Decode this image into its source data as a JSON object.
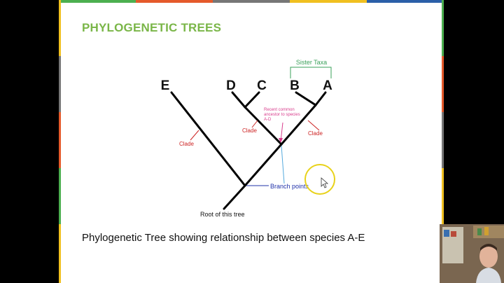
{
  "slide": {
    "title": "PHYLOGENETIC TREES",
    "caption": "Phylogenetic Tree showing relationship between species A-E"
  },
  "tree": {
    "taxa": [
      "E",
      "D",
      "C",
      "B",
      "A"
    ],
    "labels": {
      "sister_taxa": "Sister Taxa",
      "recent_ancestor": [
        "Recent common",
        "ancestor to species",
        "A-D"
      ],
      "clade": "Clade",
      "branch_points": "Branch points",
      "root": "Root of this tree"
    }
  },
  "colors": {
    "title_green": "#7ab648",
    "clade_red": "#cc2222",
    "branch_blue": "#2233aa",
    "ancestor_pink": "#d83c8c",
    "sister_green": "#3aa05a",
    "pointer_blue": "#55aadd",
    "highlight_yellow": "#e8d21a",
    "top_bar": [
      "#4caf50",
      "#e55a2b",
      "#f0c020",
      "#2b5fa8"
    ],
    "left_bar": [
      "#f0c020",
      "#e55a2b",
      "#4caf50",
      "#2b5fa8"
    ]
  },
  "icons": {
    "cursor": "mouse-cursor-icon",
    "webcam": "presenter-webcam"
  }
}
